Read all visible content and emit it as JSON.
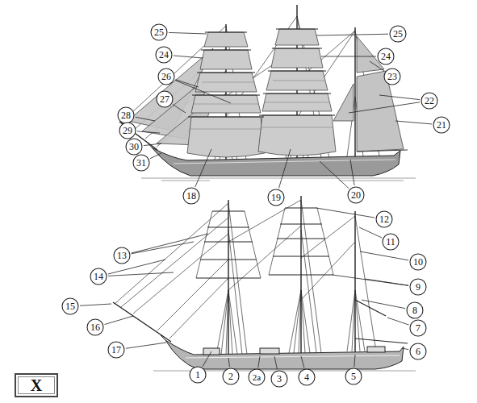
{
  "diagram": {
    "nodes": [
      {
        "text": [
          "25"
        ]
      },
      {
        "text": [
          "25"
        ]
      },
      {
        "text": [
          "24"
        ]
      },
      {
        "text": [
          "24"
        ]
      },
      {
        "text": [
          "26"
        ]
      },
      {
        "text": [
          "23"
        ]
      },
      {
        "text": [
          "27"
        ]
      },
      {
        "text": [
          "22"
        ]
      },
      {
        "text": [
          "28"
        ]
      },
      {
        "text": [
          "21"
        ]
      },
      {
        "text": [
          "29"
        ]
      },
      {
        "text": [
          "30"
        ]
      },
      {
        "text": [
          "31"
        ]
      },
      {
        "text": [
          "18"
        ]
      },
      {
        "text": [
          "19"
        ]
      },
      {
        "text": [
          "20"
        ]
      },
      {
        "text": [
          "12"
        ]
      },
      {
        "text": [
          "11"
        ]
      },
      {
        "text": [
          "10"
        ]
      },
      {
        "text": [
          "13"
        ]
      },
      {
        "text": [
          "9"
        ]
      },
      {
        "text": [
          "14"
        ]
      },
      {
        "text": [
          "8"
        ]
      },
      {
        "text": [
          "7"
        ]
      },
      {
        "text": [
          "15"
        ]
      },
      {
        "text": [
          "16"
        ]
      },
      {
        "text": [
          "6"
        ]
      },
      {
        "text": [
          "17"
        ]
      },
      {
        "text": [
          "1"
        ]
      },
      {
        "text": [
          "2"
        ]
      },
      {
        "text": [
          "2a"
        ]
      },
      {
        "text": [
          "3"
        ]
      },
      {
        "text": [
          "4"
        ]
      },
      {
        "text": [
          "5"
        ]
      },
      {
        "text": [
          "X"
        ]
      }
    ]
  }
}
